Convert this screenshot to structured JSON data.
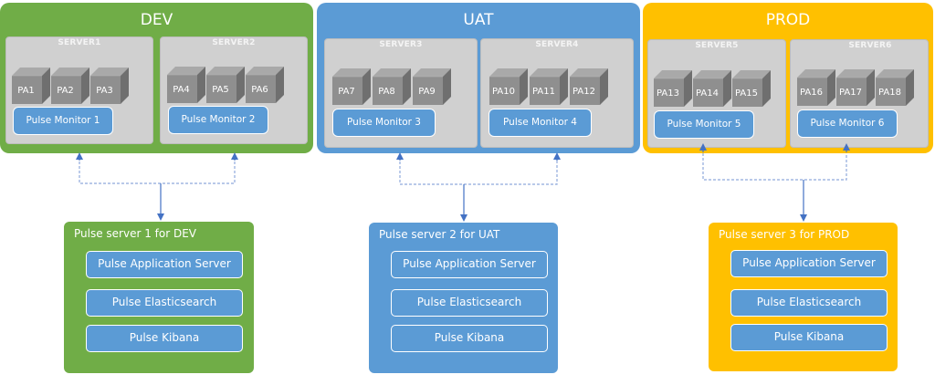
{
  "colors": {
    "dev": "#70ad47",
    "uat": "#5b9bd5",
    "prod": "#ffc000",
    "monitor": "#5b9bd5",
    "connector": "#4472c4",
    "server_bg": "#d0d0d0",
    "cube": "#8f8f8f"
  },
  "environments": [
    {
      "name": "DEV",
      "servers": [
        {
          "name": "SERVER1",
          "agents": [
            "PA1",
            "PA2",
            "PA3"
          ],
          "monitor": "Pulse Monitor 1"
        },
        {
          "name": "SERVER2",
          "agents": [
            "PA4",
            "PA5",
            "PA6"
          ],
          "monitor": "Pulse Monitor 2"
        }
      ],
      "pulse_server": {
        "title": "Pulse server 1 for DEV",
        "services": [
          "Pulse Application Server",
          "Pulse Elasticsearch",
          "Pulse Kibana"
        ]
      }
    },
    {
      "name": "UAT",
      "servers": [
        {
          "name": "SERVER3",
          "agents": [
            "PA7",
            "PA8",
            "PA9"
          ],
          "monitor": "Pulse Monitor 3"
        },
        {
          "name": "SERVER4",
          "agents": [
            "PA10",
            "PA11",
            "PA12"
          ],
          "monitor": "Pulse Monitor 4"
        }
      ],
      "pulse_server": {
        "title": "Pulse server 2 for UAT",
        "services": [
          "Pulse Application Server",
          "Pulse Elasticsearch",
          "Pulse Kibana"
        ]
      }
    },
    {
      "name": "PROD",
      "servers": [
        {
          "name": "SERVER5",
          "agents": [
            "PA13",
            "PA14",
            "PA15"
          ],
          "monitor": "Pulse Monitor 5"
        },
        {
          "name": "SERVER6",
          "agents": [
            "PA16",
            "PA17",
            "PA18"
          ],
          "monitor": "Pulse Monitor 6"
        }
      ],
      "pulse_server": {
        "title": "Pulse server 3 for PROD",
        "services": [
          "Pulse Application Server",
          "Pulse Elasticsearch",
          "Pulse Kibana"
        ]
      }
    }
  ]
}
